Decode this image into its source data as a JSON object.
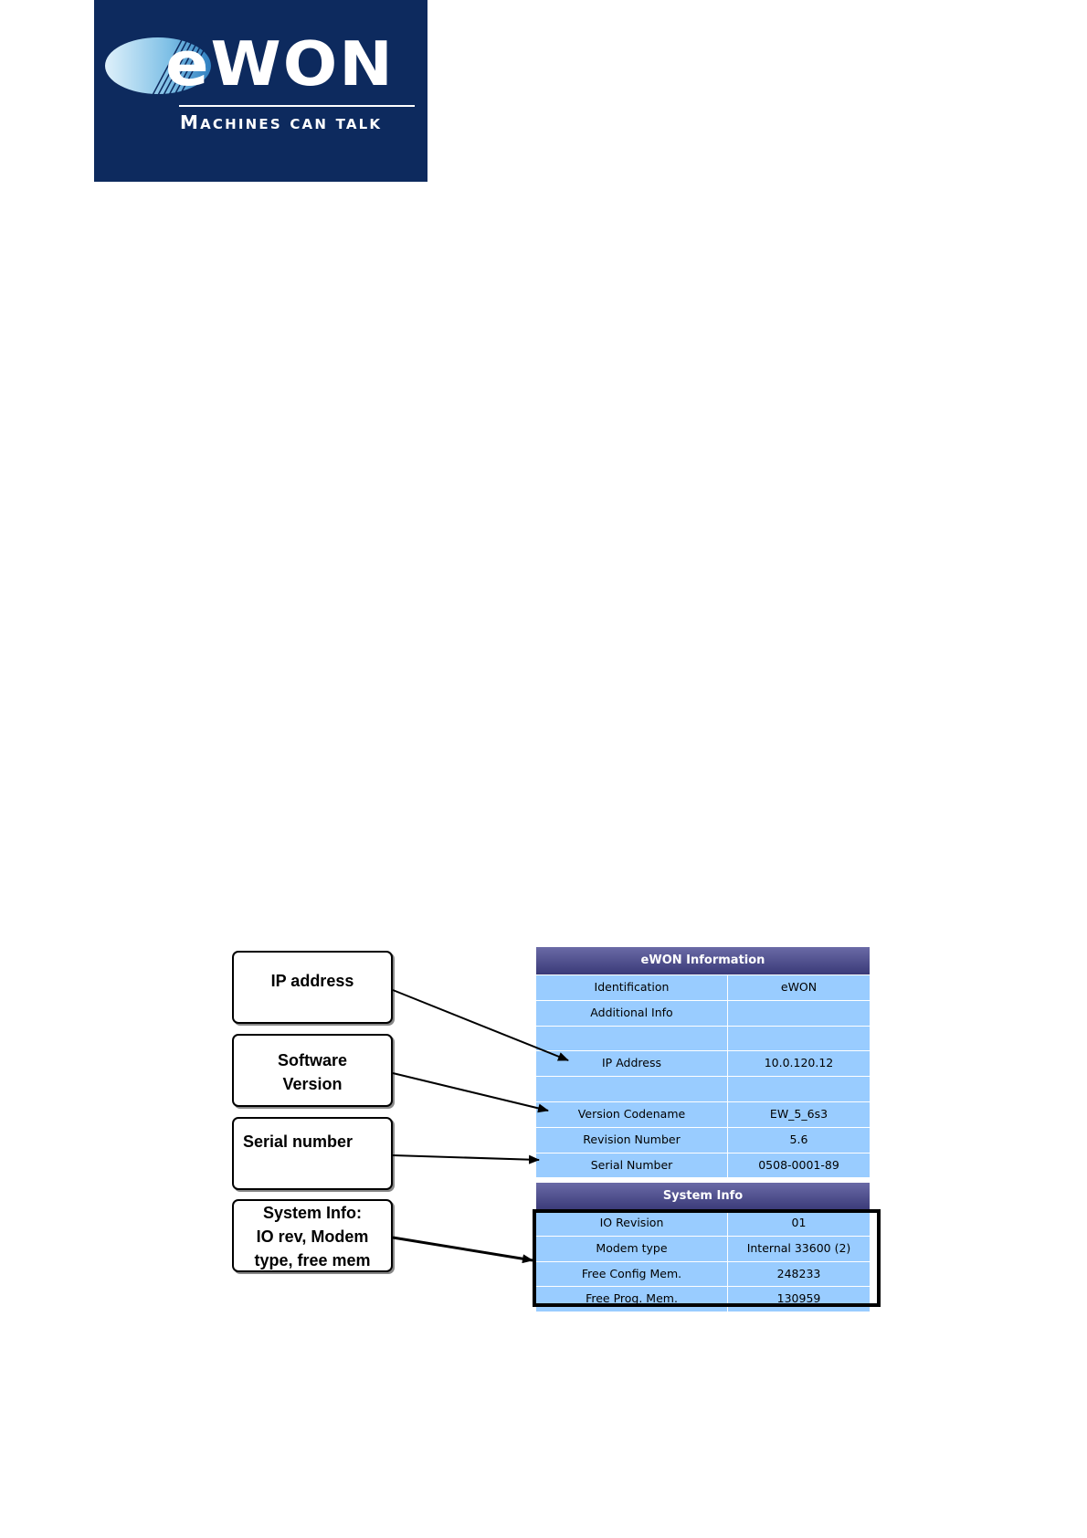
{
  "logo": {
    "wordmark": "eWON",
    "tagline": "Machines can talk",
    "background_color": "#0d2a5e"
  },
  "callouts": [
    {
      "text": "IP address"
    },
    {
      "text": "Software\nVersion"
    },
    {
      "text": "Serial number"
    },
    {
      "text": "System Info:\nIO rev, Modem\ntype, free mem"
    }
  ],
  "ewon_information": {
    "title": "eWON Information",
    "rows": [
      {
        "label": "Identification",
        "value": "eWON"
      },
      {
        "label": "Additional Info",
        "value": ""
      },
      {
        "label": "",
        "value": ""
      },
      {
        "label": "IP Address",
        "value": "10.0.120.12"
      },
      {
        "label": "",
        "value": ""
      },
      {
        "label": "Version Codename",
        "value": "EW_5_6s3"
      },
      {
        "label": "Revision Number",
        "value": "5.6"
      },
      {
        "label": "Serial Number",
        "value": "0508-0001-89"
      }
    ]
  },
  "system_info": {
    "title": "System Info",
    "rows": [
      {
        "label": "IO Revision",
        "value": "01"
      },
      {
        "label": "Modem type",
        "value": "Internal 33600 (2)"
      },
      {
        "label": "Free Config Mem.",
        "value": "248233"
      },
      {
        "label": "Free Prog. Mem.",
        "value": "130959"
      }
    ]
  },
  "colors": {
    "table_cell": "#99ccff",
    "table_header": "#4a4a88"
  }
}
